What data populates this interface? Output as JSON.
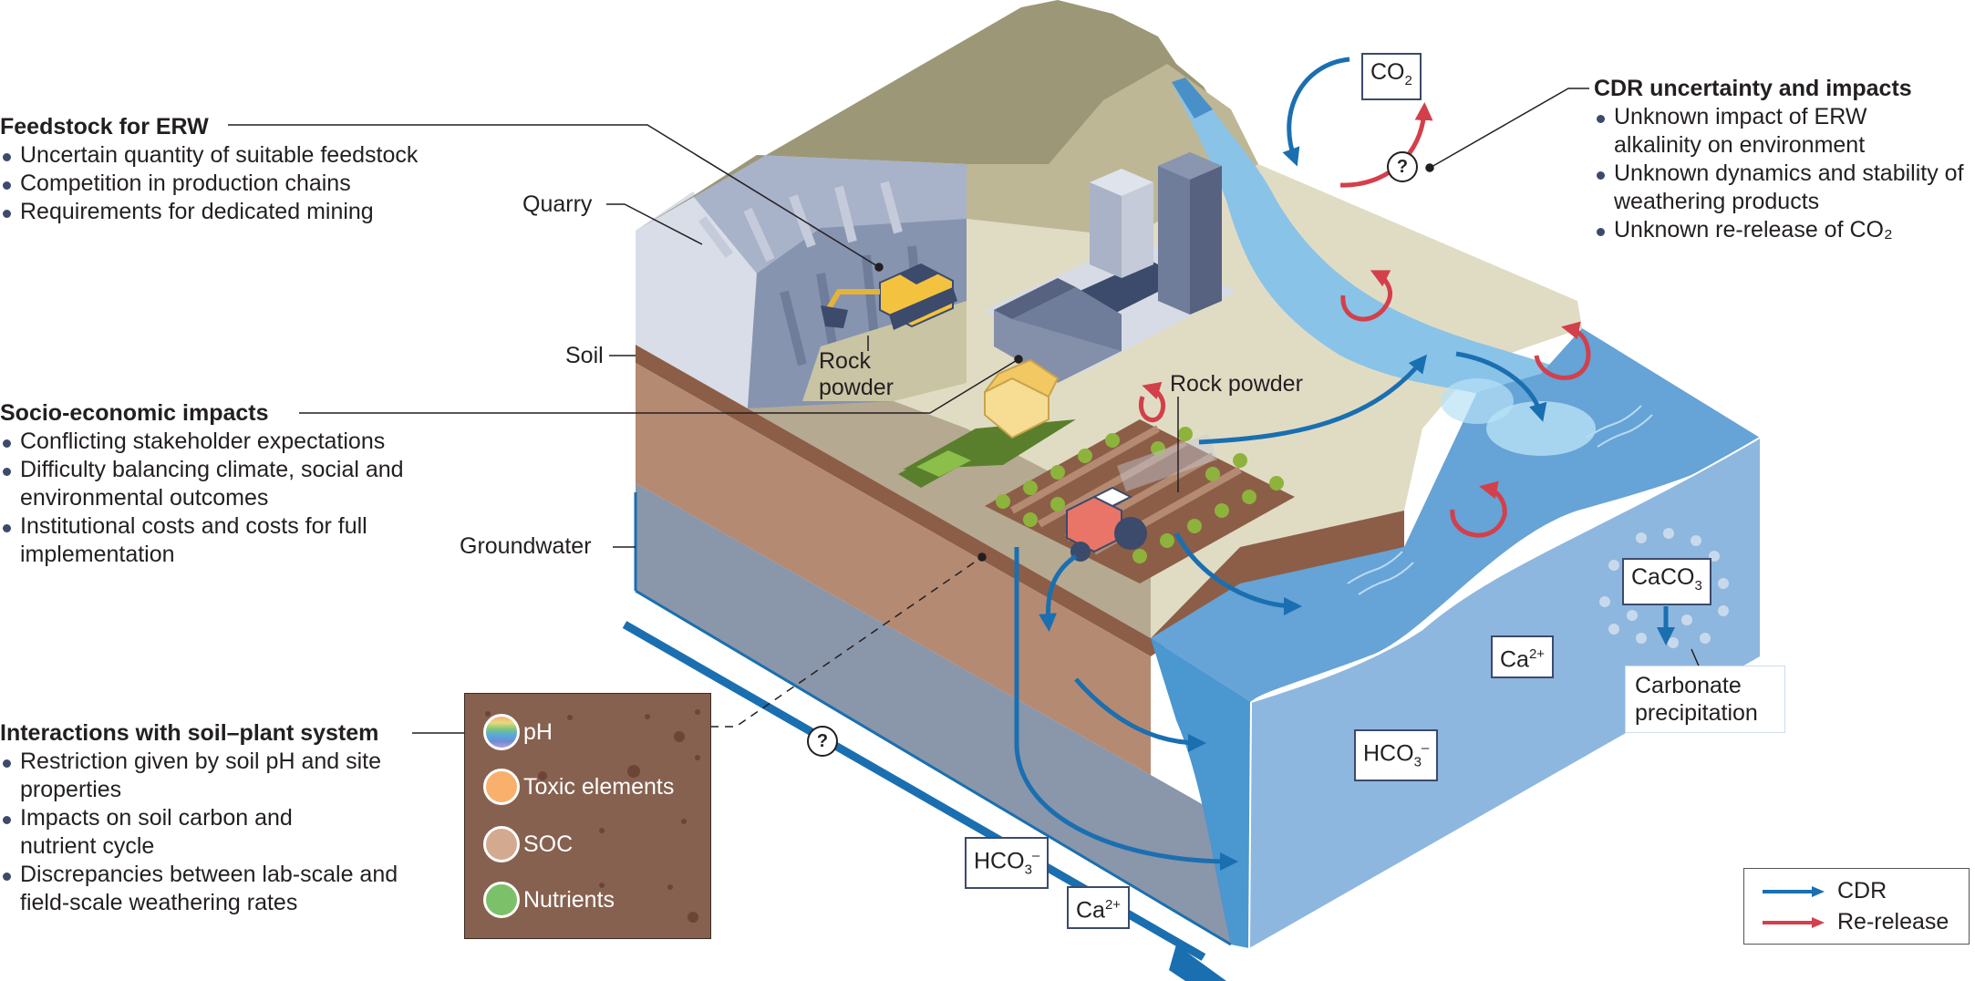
{
  "panels": {
    "feedstock": {
      "title": "Feedstock for ERW",
      "items": [
        "Uncertain quantity of suitable feedstock",
        "Competition in production chains",
        "Requirements for dedicated mining"
      ]
    },
    "socio": {
      "title": "Socio-economic impacts",
      "items": [
        "Conflicting stakeholder expectations",
        "Difficulty balancing climate, social and environmental outcomes",
        "Institutional costs and costs for full implementation"
      ]
    },
    "soil_plant": {
      "title": "Interactions with soil–plant system",
      "items": [
        "Restriction given by soil pH and site properties",
        "Impacts on soil carbon and nutrient cycle",
        "Discrepancies between lab-scale and field-scale weathering rates"
      ]
    },
    "cdr": {
      "title": "CDR uncertainty and impacts",
      "items": [
        "Unknown impact of ERW alkalinity on environment",
        "Unknown dynamics and stability of weathering products",
        "Unknown re-release of CO₂"
      ]
    }
  },
  "labels": {
    "quarry": "Quarry",
    "soil": "Soil",
    "groundwater": "Groundwater",
    "rock_powder_quarry": "Rock powder",
    "rock_powder_field": "Rock powder",
    "carbonate_precipitation": "Carbonate precipitation",
    "question": "?"
  },
  "chemistry": {
    "co2": {
      "base": "CO",
      "sub": "2",
      "sup": ""
    },
    "caco3": {
      "base": "CaCO",
      "sub": "3",
      "sup": ""
    },
    "ca_sea": {
      "base": "Ca",
      "sub": "",
      "sup": "2+"
    },
    "hco3_sea": {
      "base": "HCO",
      "sub": "3",
      "sup": "–"
    },
    "hco3_ground": {
      "base": "HCO",
      "sub": "3",
      "sup": "–"
    },
    "ca_ground": {
      "base": "Ca",
      "sub": "",
      "sup": "2+"
    }
  },
  "soil_factors": [
    {
      "label": "pH",
      "icon": "ph-gradient-icon"
    },
    {
      "label": "Toxic elements",
      "icon": "toxic-elements-cycle-icon",
      "color": "#f9b06c"
    },
    {
      "label": "SOC",
      "icon": "soc-cycle-icon",
      "color": "#d3aa90"
    },
    {
      "label": "Nutrients",
      "icon": "nutrients-cycle-icon",
      "color": "#7dc06a"
    }
  ],
  "legend": {
    "items": [
      {
        "label": "CDR",
        "color": "#1a6fb0"
      },
      {
        "label": "Re-release",
        "color": "#d2404b"
      }
    ]
  },
  "colors": {
    "cdr_arrow": "#1a6fb0",
    "rerelease_arrow": "#d2404b",
    "soil_dark": "#8c5e47",
    "soil_mid": "#b58a72",
    "groundwater": "#8a96aa",
    "sea_surface": "#66a3d6",
    "sea_side": "#8db7df",
    "land_surface": "#e0dcc4",
    "hill": "#9c9776"
  }
}
